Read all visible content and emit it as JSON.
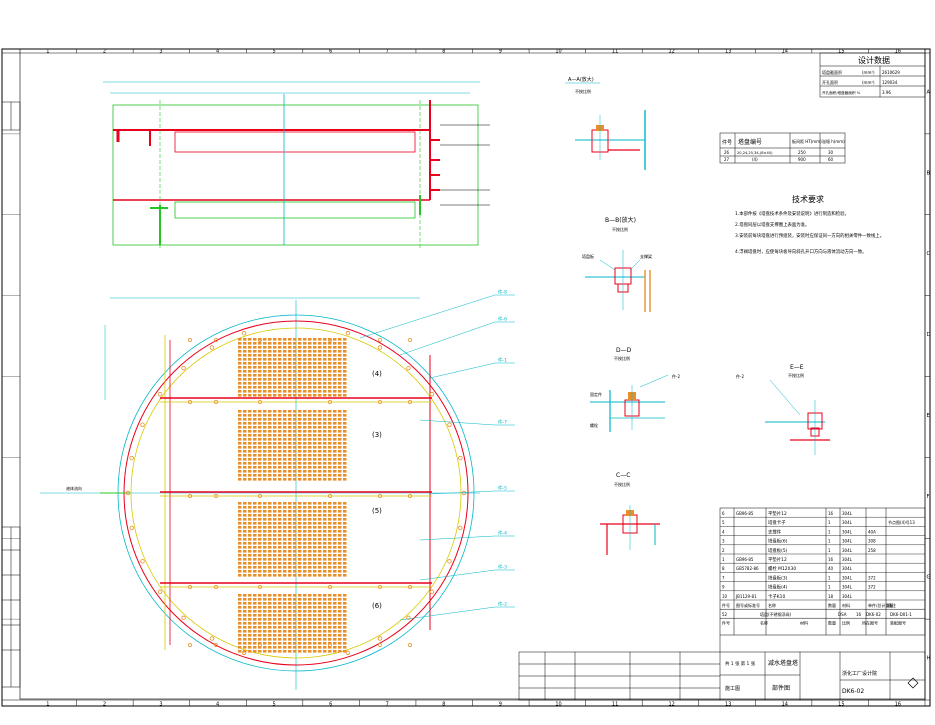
{
  "grid": {
    "columns": [
      "1",
      "2",
      "3",
      "4",
      "5",
      "6",
      "7",
      "8",
      "9",
      "10",
      "11",
      "12",
      "13",
      "14",
      "15",
      "16"
    ],
    "rows": [
      "A",
      "B",
      "C",
      "D",
      "E",
      "F",
      "G",
      "H"
    ]
  },
  "design_data": {
    "title": "设计数据",
    "rows": [
      {
        "label": "塔盘截面积",
        "unit": "(mm²)",
        "value": "2610629"
      },
      {
        "label": "开孔面积",
        "unit": "(mm²)",
        "value": "129034"
      },
      {
        "label": "开孔面积/塔盘截面积 %",
        "unit": "",
        "value": "3.96"
      }
    ]
  },
  "tray_table": {
    "headers": [
      "件号",
      "塔盘编号",
      "板间距 HT(mm)",
      "溢堰 h(mm)"
    ],
    "rows": [
      [
        "26",
        "20,24,25,34,(8×40)",
        "250",
        "30"
      ],
      [
        "27",
        "(4)",
        "900",
        "60"
      ]
    ]
  },
  "tech_req": {
    "title": "技术要求",
    "items": [
      "1.本部件按《塔盘技术条件及安装说明》进行制造和检验。",
      "2.塔盘同层以塔盘支撑圈上表面为准。",
      "3.安装前每块塔盘进行预组装，安装时应保证同一方向的相关零件一致线上。",
      "4.浮阀塔盘时，应使每块板导向斜孔开口方向与液体流动方向一致。"
    ]
  },
  "plan_labels": {
    "trays": [
      "(4)",
      "(3)",
      "(5)",
      "(6)"
    ],
    "flow_label": "液体流向",
    "callouts_right": [
      "件-8",
      "件-6",
      "件-1",
      "件-7",
      "件-5",
      "件-4",
      "件-3",
      "件-2"
    ]
  },
  "sections": [
    {
      "name": "A—A(放大)",
      "scale": "不按比例"
    },
    {
      "name": "B—B(放大)",
      "scale": "不按比例"
    },
    {
      "name": "D—D",
      "scale": "不按比例"
    },
    {
      "name": "C—C",
      "scale": "不按比例"
    },
    {
      "name": "E—E",
      "scale": "不按比例"
    }
  ],
  "section_notes": {
    "bb_left": "塔盘板",
    "bb_right": "支撑梁",
    "dd_top": "件-2",
    "dd_left1": "固定件",
    "dd_left2": "螺栓",
    "ee_left": "件-2"
  },
  "parts_list": {
    "rows": [
      {
        "no": "6",
        "code": "GB96-85",
        "name": "平垫片12",
        "qty": "16",
        "mat": "304L",
        "weight": "",
        "note": ""
      },
      {
        "no": "5",
        "code": "",
        "name": "塔盘卡子",
        "qty": "1",
        "mat": "304L",
        "weight": "",
        "note": "节点图(4)号13"
      },
      {
        "no": "4",
        "code": "",
        "name": "支撑件",
        "qty": "1",
        "mat": "304L",
        "weight": "40A",
        "note": ""
      },
      {
        "no": "3",
        "code": "",
        "name": "塔盘板(6)",
        "qty": "1",
        "mat": "304L",
        "weight": "308",
        "note": ""
      },
      {
        "no": "2",
        "code": "",
        "name": "塔盘板(5)",
        "qty": "1",
        "mat": "304L",
        "weight": "258",
        "note": ""
      },
      {
        "no": "1",
        "code": "GB96-85",
        "name": "平垫片12",
        "qty": "16",
        "mat": "304L",
        "weight": "",
        "note": ""
      },
      {
        "no": "8",
        "code": "GB5782-86",
        "name": "螺栓 M12X30",
        "qty": "40",
        "mat": "304L",
        "weight": "",
        "note": ""
      },
      {
        "no": "7",
        "code": "",
        "name": "塔盘板(3)",
        "qty": "1",
        "mat": "304L",
        "weight": "372",
        "note": ""
      },
      {
        "no": "9",
        "code": "",
        "name": "塔盘板(4)",
        "qty": "1",
        "mat": "304L",
        "weight": "372",
        "note": ""
      },
      {
        "no": "10",
        "code": "JB1129-81",
        "name": "卡子K10",
        "qty": "18",
        "mat": "304L",
        "weight": "",
        "note": ""
      }
    ],
    "header": [
      "件号",
      "图号或标准号",
      "名称",
      "数量",
      "材料",
      "单件/总计重量",
      "备注"
    ],
    "assembly_row": [
      "52",
      "塔盘(不锈钢浮阀)",
      "DSA",
      "16",
      "DK6-02",
      "DK6-D01-1"
    ],
    "assembly_header": [
      "件号",
      "名称",
      "材料",
      "数量",
      "比例",
      "所在图号",
      "装配图号"
    ]
  },
  "title_block": {
    "drawing_name": "减水塔盘塔",
    "sub_name": "部件图",
    "company": "浙化工厂设计院",
    "drawing_no": "DK6-02",
    "sheet": "共 1 张 第 1 张",
    "stage": "施工图"
  },
  "colors": {
    "shell": "#e8001c",
    "dims": "#00b7c8",
    "hidden": "#23c423",
    "valves": "#e88f2a",
    "outline": "#d9c800"
  }
}
